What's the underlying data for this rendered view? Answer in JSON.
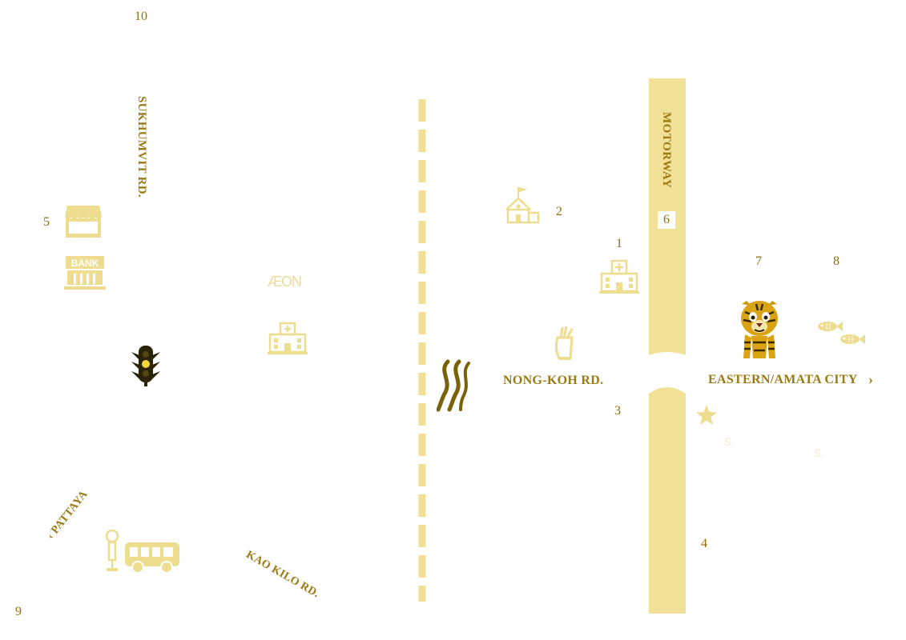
{
  "map": {
    "roads": {
      "sukhumvit": "SUKHUMVIT RD.",
      "motorway": "MOTORWAY",
      "nongkoh": "NONG-KOH RD.",
      "eastern": "EASTERN/AMATA CITY",
      "pattaya": "PATTAYA",
      "kaokilo": "KAO KILO RD."
    },
    "markers": {
      "m1": "1",
      "m2": "2",
      "m3": "3",
      "m4": "4",
      "m5": "5",
      "m6": "6",
      "m7": "7",
      "m8": "8",
      "m9": "9",
      "m10": "10"
    },
    "logos": {
      "aeon": "ÆON",
      "bank": "BANK"
    },
    "faint_labels": {
      "a": "S",
      "b": "S."
    }
  },
  "colors": {
    "accent": "#9a7a12",
    "road_fill": "#f0e196",
    "icon_fill": "#eedc8f",
    "dark": "#6e5a08"
  },
  "icons": [
    "shop-icon",
    "bank-icon",
    "traffic-light-icon",
    "bus-stop-icon",
    "bus-icon",
    "aeon-logo",
    "hospital-icon",
    "school-icon",
    "golf-icon",
    "hot-spring-icon",
    "tiger-icon",
    "fish-icon",
    "star-icon"
  ]
}
